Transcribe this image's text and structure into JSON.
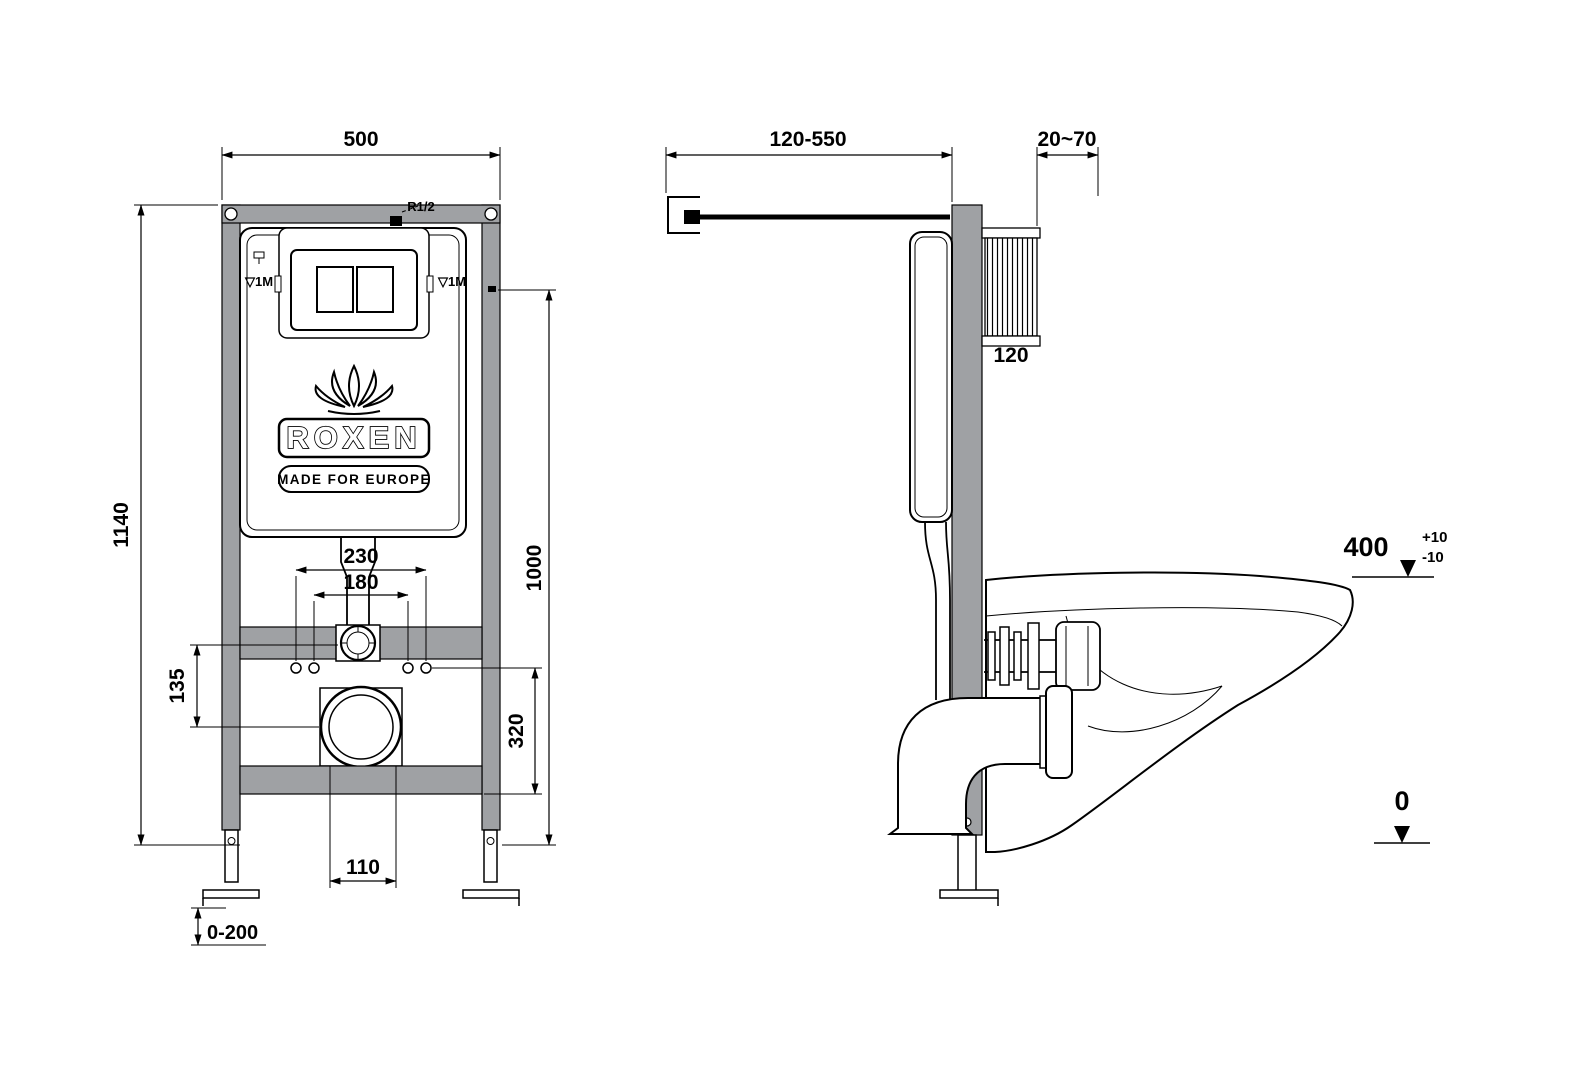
{
  "colors": {
    "line": "#000000",
    "metal": "#9fa1a4",
    "paper": "#ffffff"
  },
  "logo": {
    "name": "ROXEN",
    "tagline": "MADE FOR EUROPE"
  },
  "marks": {
    "thread": "R1/2",
    "level_left": "▽1M",
    "level_right": "▽1M"
  },
  "front_view": {
    "width": "500",
    "total_height": "1140",
    "button_axis_height": "1000",
    "spacing_230": "230",
    "spacing_180": "180",
    "offset_135": "135",
    "drain_height_320": "320",
    "drain_width_110": "110",
    "foot_adjustment": "0-200"
  },
  "side_view": {
    "depth_range": "120-550",
    "finish_range": "20~70",
    "depth_120": "120",
    "rim_height": "400",
    "tolerance_plus": "+10",
    "tolerance_minus": "-10",
    "floor_level": "0"
  }
}
